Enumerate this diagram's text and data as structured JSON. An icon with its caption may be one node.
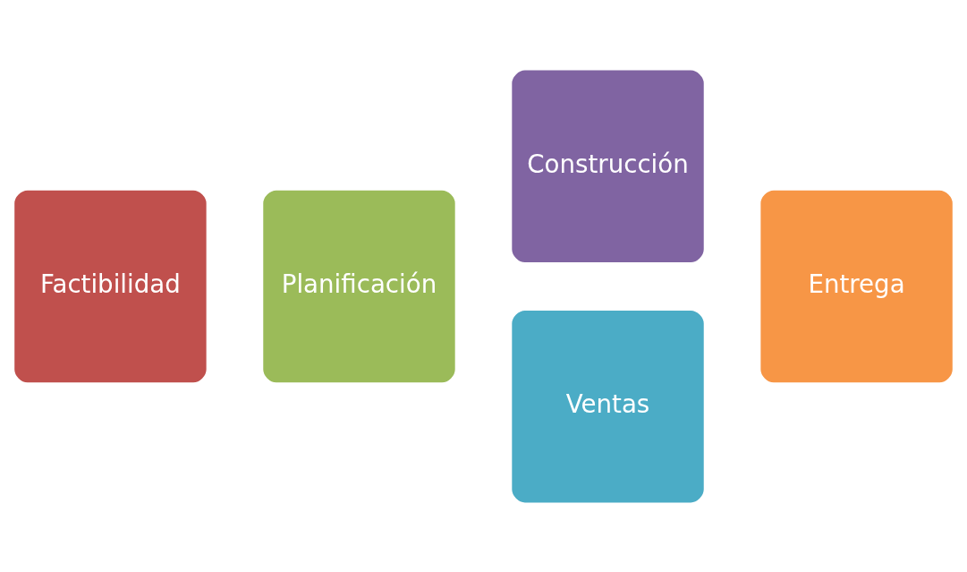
{
  "diagram": {
    "nodes": [
      {
        "text": [
          "Factibilidad"
        ]
      },
      {
        "text": [
          "Planificación"
        ]
      },
      {
        "text": [
          "Construcción"
        ]
      },
      {
        "text": [
          "Ventas"
        ]
      },
      {
        "text": [
          "Entrega"
        ]
      }
    ]
  }
}
